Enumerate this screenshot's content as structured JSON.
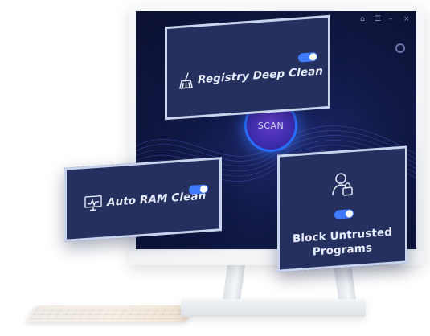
{
  "screen": {
    "scan_label": "SCAN"
  },
  "features": {
    "registry": {
      "label": "Registry Deep Clean",
      "icon": "broom-icon",
      "enabled": true
    },
    "ram": {
      "label": "Auto RAM Clean",
      "icon": "monitor-chart-icon",
      "enabled": true
    },
    "block": {
      "label_line1": "Block Untrusted",
      "label_line2": "Programs",
      "icon": "user-lock-icon",
      "enabled": true
    }
  },
  "colors": {
    "card_bg": "#26305e",
    "card_border": "#c9d3ee",
    "toggle_on": "#3f7bff",
    "screen_bg": "#121a48",
    "scan_glow": "#2a6fff"
  }
}
